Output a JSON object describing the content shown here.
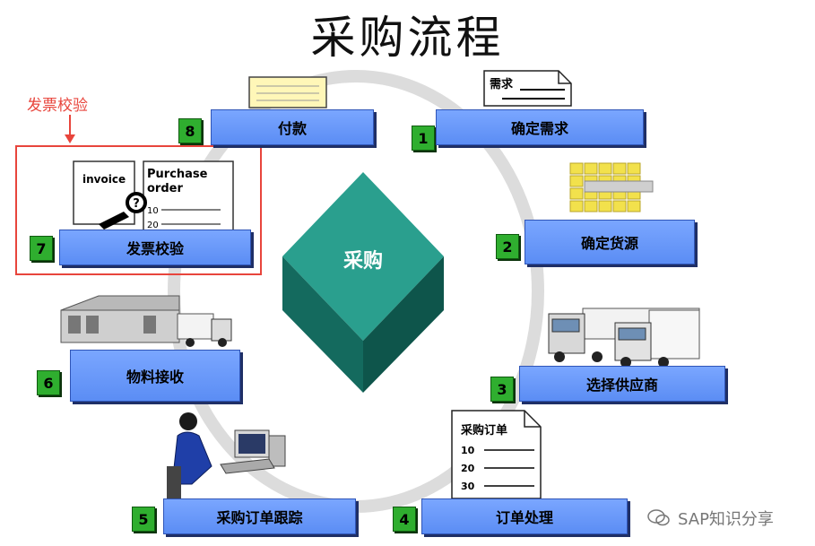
{
  "title": "采购流程",
  "center_label": "采购",
  "steps": [
    {
      "num": "1",
      "label": "确定需求"
    },
    {
      "num": "2",
      "label": "确定货源"
    },
    {
      "num": "3",
      "label": "选择供应商"
    },
    {
      "num": "4",
      "label": "订单处理"
    },
    {
      "num": "5",
      "label": "采购订单跟踪"
    },
    {
      "num": "6",
      "label": "物料接收"
    },
    {
      "num": "7",
      "label": "发票校验"
    },
    {
      "num": "8",
      "label": "付款"
    }
  ],
  "annotation": {
    "label": "发票校验",
    "color": "#e8453c"
  },
  "illustrations": {
    "need_doc_text": "需求",
    "invoice_text": "invoice",
    "po_text_1": "Purchase",
    "po_text_2": "order",
    "po_lines": [
      "10",
      "20"
    ],
    "order_doc_title": "采购订单",
    "order_doc_lines": [
      "10",
      "20",
      "30"
    ]
  },
  "watermark": "SAP知识分享",
  "colors": {
    "step_box": "#5b8df4",
    "number_box": "#2fae2f",
    "diamond": "#1e8c7d"
  }
}
